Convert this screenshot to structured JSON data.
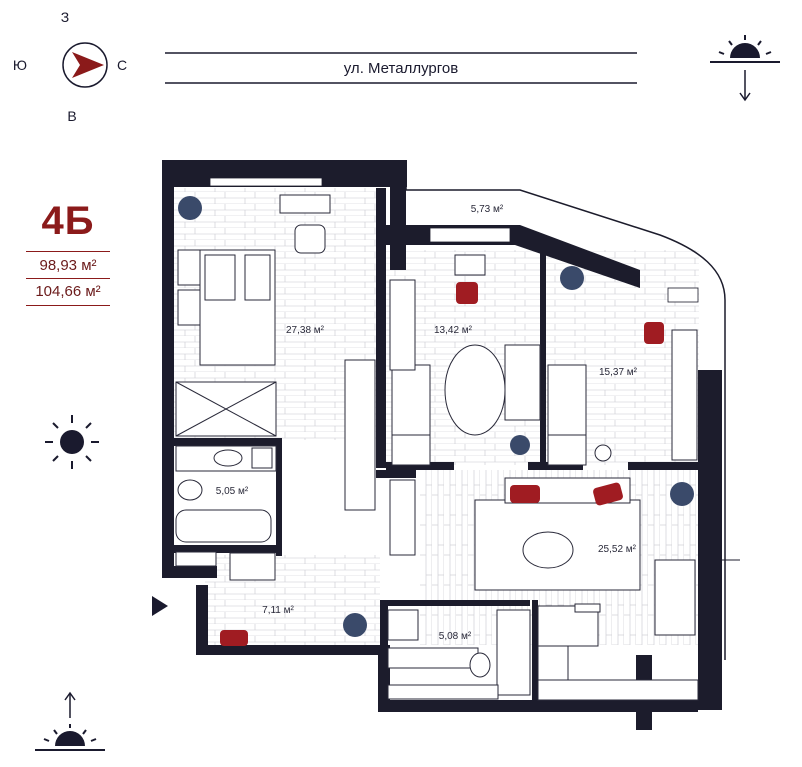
{
  "compass": {
    "north": "З",
    "west": "Ю",
    "east": "С",
    "south": "В"
  },
  "street": {
    "name": "ул. Металлургов"
  },
  "apartment": {
    "code": "4Б",
    "area_living": "98,93 м²",
    "area_total": "104,66 м²"
  },
  "rooms": [
    {
      "id": "bedroom",
      "area": "27,38 м²"
    },
    {
      "id": "balcony",
      "area": "5,73 м²"
    },
    {
      "id": "room-2",
      "area": "13,42 м²"
    },
    {
      "id": "room-3",
      "area": "15,37 м²"
    },
    {
      "id": "bathroom-1",
      "area": "5,05 м²"
    },
    {
      "id": "living-kitchen",
      "area": "25,52 м²"
    },
    {
      "id": "hall",
      "area": "7,11 м²"
    },
    {
      "id": "bathroom-2",
      "area": "5,08 м²"
    }
  ],
  "colors": {
    "wall": "#1c1c2c",
    "accent": "#8b1a1a",
    "furniture_red": "#a01c22",
    "plant": "#3a4a6a"
  }
}
